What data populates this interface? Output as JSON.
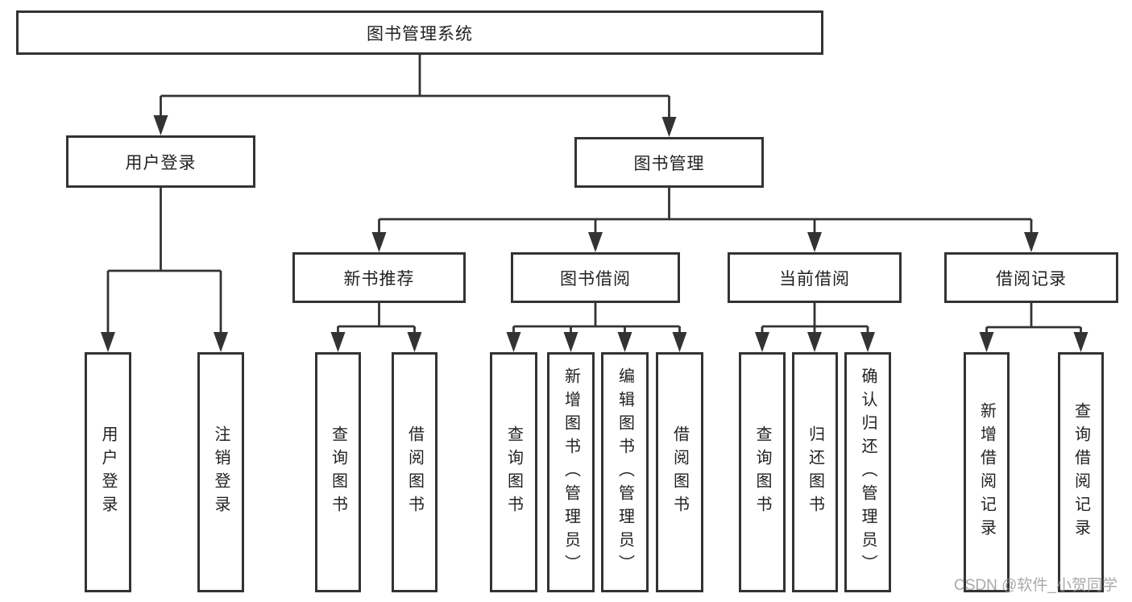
{
  "diagram": {
    "root": {
      "label": "图书管理系统"
    },
    "branches": [
      {
        "label": "用户登录",
        "children": [
          "用户登录",
          "注销登录"
        ]
      },
      {
        "label": "图书管理",
        "children": [
          {
            "label": "新书推荐",
            "children": [
              "查询图书",
              "借阅图书"
            ]
          },
          {
            "label": "图书借阅",
            "children": [
              "查询图书",
              "新增图书（管理员）",
              "编辑图书（管理员）",
              "借阅图书"
            ]
          },
          {
            "label": "当前借阅",
            "children": [
              "查询图书",
              "归还图书",
              "确认归还（管理员）"
            ]
          },
          {
            "label": "借阅记录",
            "children": [
              "新增借阅记录",
              "查询借阅记录"
            ]
          }
        ]
      }
    ]
  },
  "colors": {
    "line": "#333333",
    "text": "#222222",
    "watermark": "#949494"
  },
  "watermark": "CSDN @软件_小贺同学"
}
